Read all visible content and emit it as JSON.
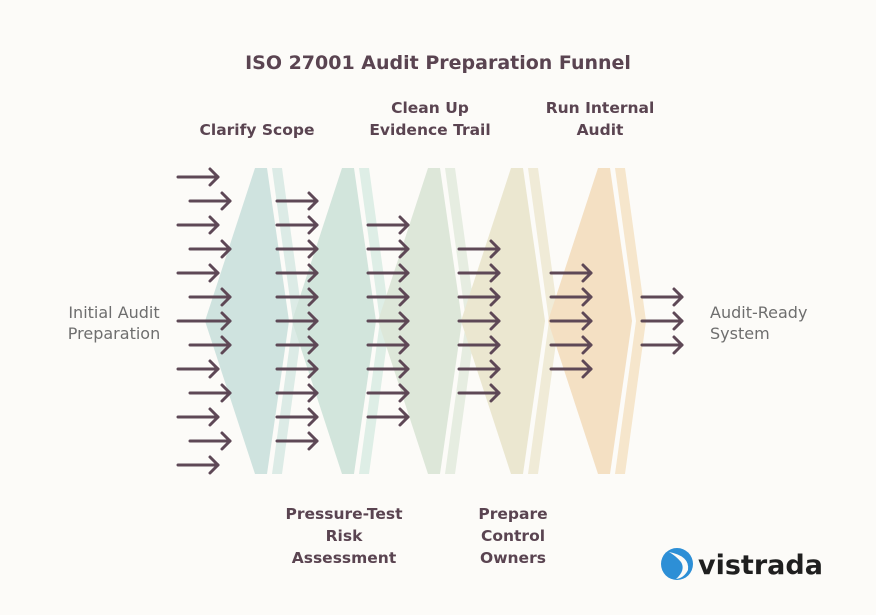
{
  "title": "ISO 27001 Audit Preparation Funnel",
  "start_label": [
    "Initial Audit",
    "Preparation"
  ],
  "end_label": [
    "Audit-Ready",
    "System"
  ],
  "stages": [
    {
      "id": "clarify-scope",
      "label": [
        "Clarify Scope"
      ],
      "position": "top",
      "color": "#cfe3df",
      "stripe": "#dcebe6"
    },
    {
      "id": "pressure-test",
      "label": [
        "Pressure-Test",
        "Risk",
        "Assessment"
      ],
      "position": "bottom",
      "color": "#d2e5dc",
      "stripe": "#deeee6"
    },
    {
      "id": "clean-up-evidence",
      "label": [
        "Clean Up",
        "Evidence Trail"
      ],
      "position": "top",
      "color": "#dde7d9",
      "stripe": "#e6ede1"
    },
    {
      "id": "prepare-owners",
      "label": [
        "Prepare",
        "Control",
        "Owners"
      ],
      "position": "bottom",
      "color": "#ebe7d0",
      "stripe": "#f0ebd7"
    },
    {
      "id": "run-internal-audit",
      "label": [
        "Run Internal",
        "Audit"
      ],
      "position": "top",
      "color": "#f4e0c3",
      "stripe": "#f6e6cc"
    }
  ],
  "arrow_counts": [
    13,
    11,
    9,
    7,
    5,
    3
  ],
  "colors": {
    "arrow": "#5e4856",
    "text": "#5a4451",
    "brand_mark": "#2d8fd6"
  },
  "brand": {
    "name": "vistrada",
    "icon": "vistrada-logo-icon"
  }
}
